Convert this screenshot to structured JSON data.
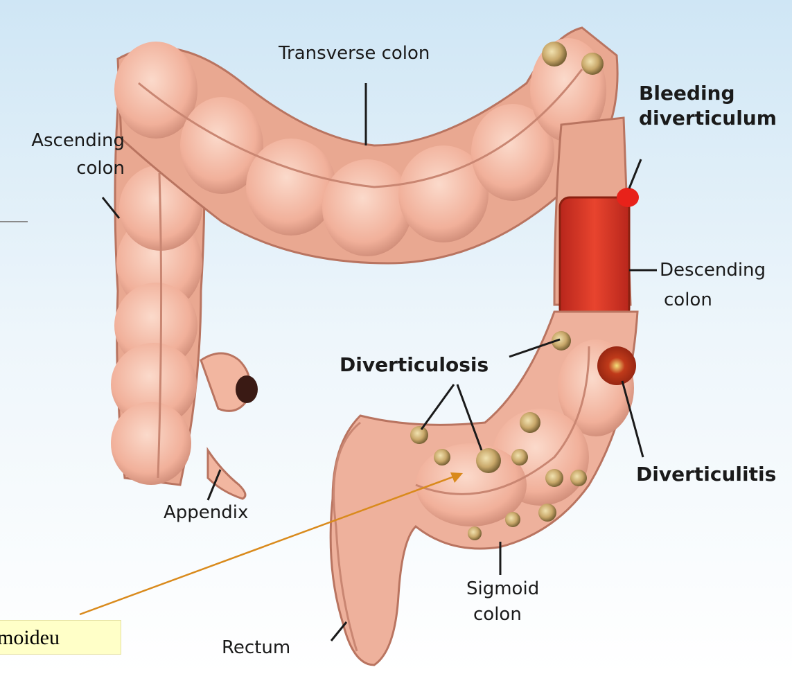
{
  "labels": {
    "transverse": "Transverse colon",
    "ascending_1": "Ascending",
    "ascending_2": "colon",
    "bleeding_1": "Bleeding",
    "bleeding_2": "diverticulum",
    "descending_1": "Descending",
    "descending_2": "colon",
    "diverticulosis": "Diverticulosis",
    "diverticulitis": "Diverticulitis",
    "appendix": "Appendix",
    "sigmoid_1": "Sigmoid",
    "sigmoid_2": "colon",
    "rectum": "Rectum"
  },
  "callout": {
    "text": "gmoideu"
  },
  "colors": {
    "colon": "#f2b6a0",
    "colon_shadow": "#c98672",
    "bleeding": "#e03a2a",
    "arrow": "#d98a1c",
    "background_top": "#cfe6f5"
  }
}
